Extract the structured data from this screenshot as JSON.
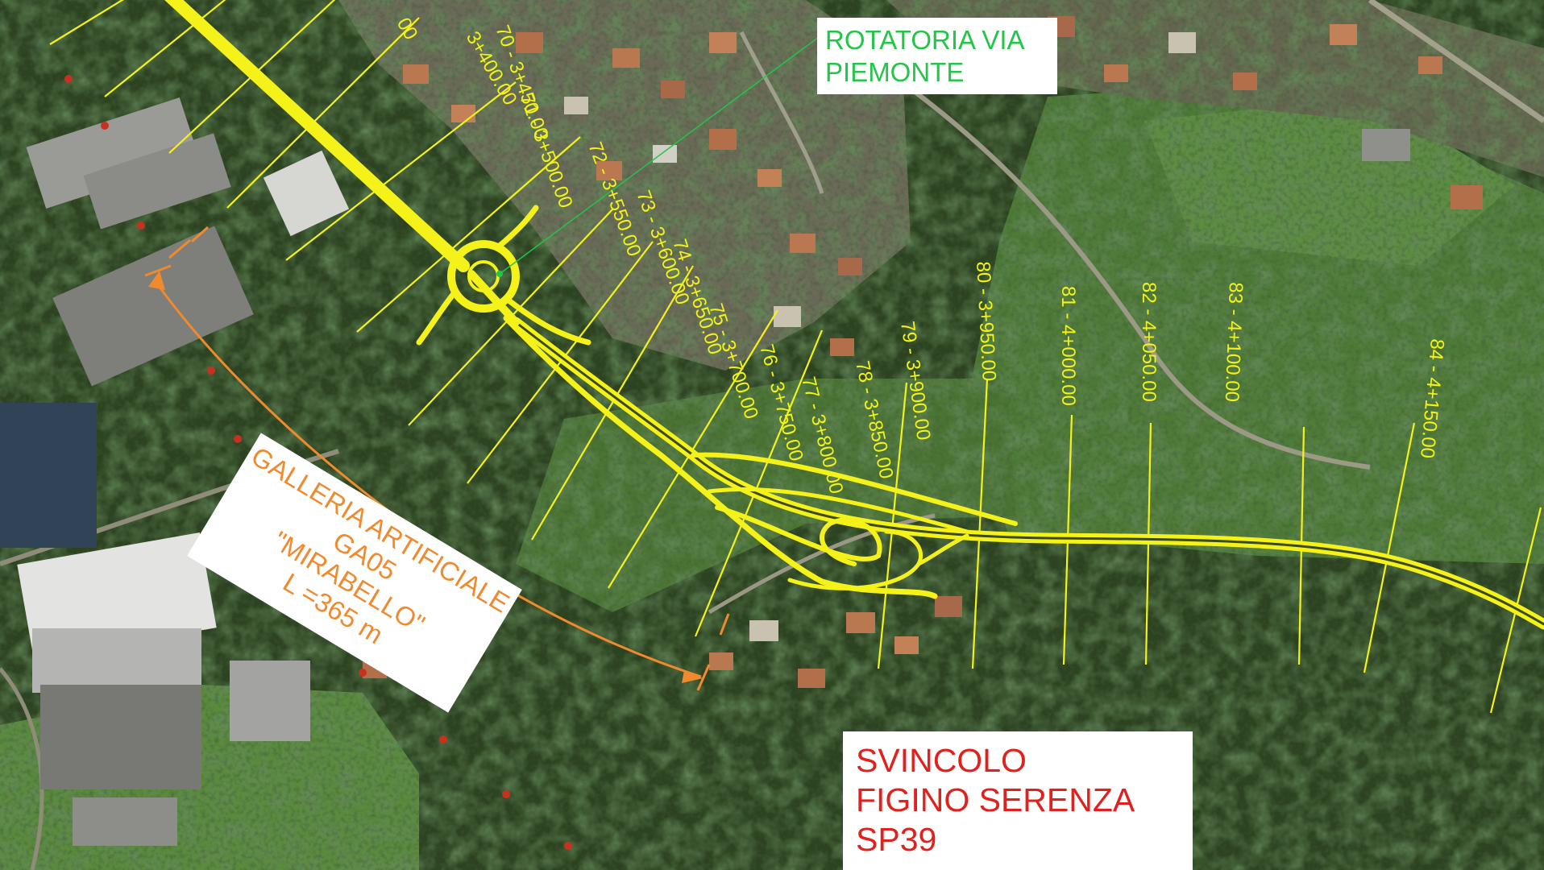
{
  "map": {
    "colors": {
      "alignment": "#f5f21a",
      "station_text": "#f5f21a",
      "roundabout_label": "#25c44a",
      "junction_label": "#e0221f",
      "tunnel": "#f08a2e"
    },
    "labels": {
      "roundabout": {
        "lines": [
          "ROTATORIA VIA",
          "PIEMONTE"
        ]
      },
      "junction": {
        "lines": [
          "SVINCOLO",
          "FIGINO SERENZA",
          "SP39"
        ]
      },
      "tunnel": {
        "lines": [
          "GALLERIA ARTIFICIALE",
          "GA05",
          "\"MIRABELLO\"",
          "L =365 m"
        ]
      }
    },
    "stations": [
      {
        "id": "s68",
        "label": "00"
      },
      {
        "id": "s69",
        "label": "3+400.00"
      },
      {
        "id": "s70",
        "label": "70 - 3+450.00"
      },
      {
        "id": "s71",
        "label": "71 - 3+500.00"
      },
      {
        "id": "s72",
        "label": "72 - 3+550.00"
      },
      {
        "id": "s73",
        "label": "73 - 3+600.00"
      },
      {
        "id": "s74",
        "label": "74 - 3+650.00"
      },
      {
        "id": "s75",
        "label": "75 - 3+700.00"
      },
      {
        "id": "s76",
        "label": "76 - 3+750.00"
      },
      {
        "id": "s77",
        "label": "77 - 3+800.00"
      },
      {
        "id": "s78",
        "label": "78 - 3+850.00"
      },
      {
        "id": "s79",
        "label": "79 - 3+900.00"
      },
      {
        "id": "s80",
        "label": "80 - 3+950.00"
      },
      {
        "id": "s81",
        "label": "81 - 4+000.00"
      },
      {
        "id": "s82",
        "label": "82 - 4+050.00"
      },
      {
        "id": "s83",
        "label": "83 - 4+100.00"
      },
      {
        "id": "s84",
        "label": "84 - 4+150.00"
      }
    ]
  }
}
